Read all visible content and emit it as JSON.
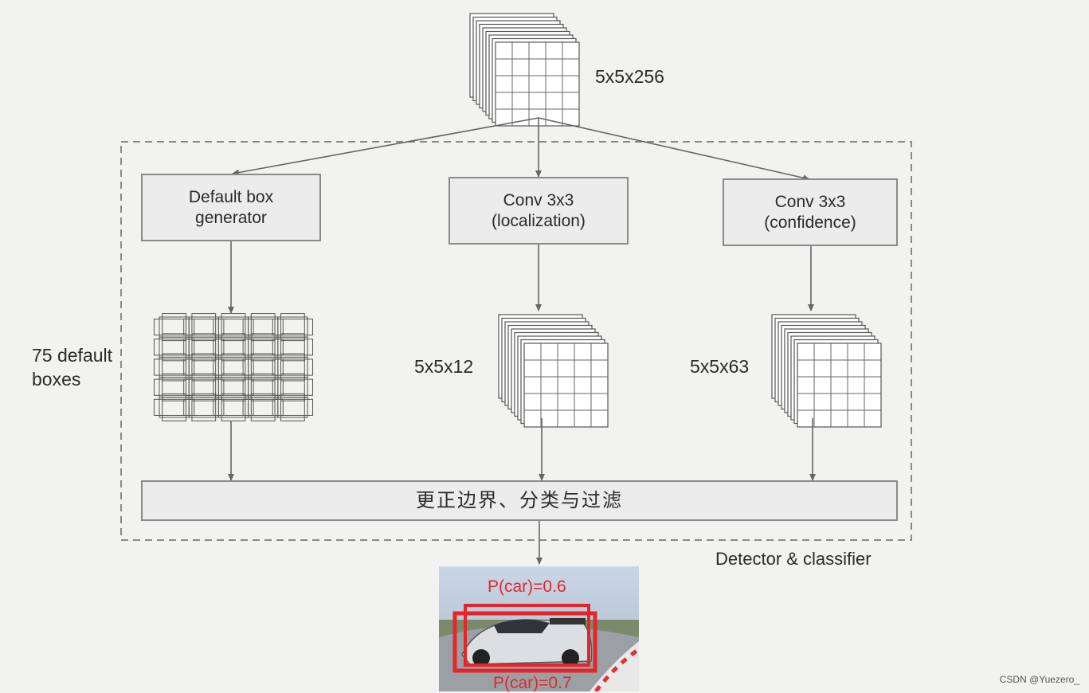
{
  "input": {
    "size_label": "5x5x256"
  },
  "boxes": {
    "default_box_generator": {
      "line1": "Default box",
      "line2": "generator"
    },
    "conv_localization": {
      "line1": "Conv 3x3",
      "line2": "(localization)"
    },
    "conv_confidence": {
      "line1": "Conv 3x3",
      "line2": "(confidence)"
    },
    "postprocess": {
      "label": "更正边界、分类与过滤"
    }
  },
  "outputs": {
    "default_boxes": {
      "line1": "75 default",
      "line2": "boxes"
    },
    "localization": {
      "size_label": "5x5x12"
    },
    "confidence": {
      "size_label": "5x5x63"
    }
  },
  "group_label": "Detector & classifier",
  "result": {
    "label_top": "P(car)=0.6",
    "label_bottom": "P(car)=0.7"
  },
  "watermark": "CSDN @Yuezero_",
  "colors": {
    "prediction": "#e4262b",
    "box_fill": "#ececec",
    "stroke": "#8a8a8a"
  }
}
